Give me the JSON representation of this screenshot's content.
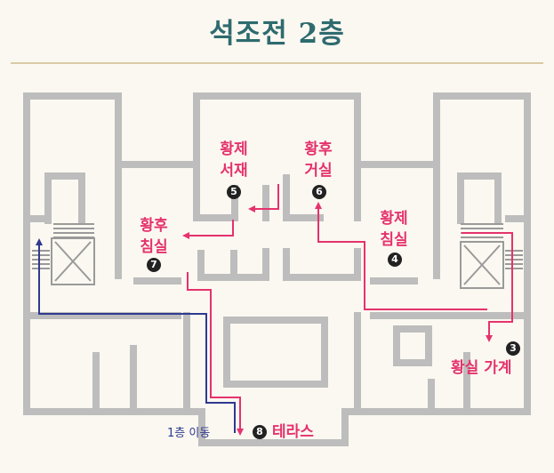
{
  "title": "석조전 2층",
  "rooms": [
    {
      "id": "3",
      "num": "3",
      "name": "황실 가계"
    },
    {
      "id": "4",
      "num": "4",
      "name_line1": "황제",
      "name_line2": "침실"
    },
    {
      "id": "5",
      "num": "5",
      "name_line1": "황제",
      "name_line2": "서재"
    },
    {
      "id": "6",
      "num": "6",
      "name_line1": "황후",
      "name_line2": "거실"
    },
    {
      "id": "7",
      "num": "7",
      "name_line1": "황후",
      "name_line2": "침실"
    },
    {
      "id": "8",
      "num": "8",
      "name": "테라스"
    }
  ],
  "stair_label": "1층 이동",
  "colors": {
    "title": "#2e6b6e",
    "wall": "#bdbdbd",
    "route_pink": "#e5326d",
    "route_blue": "#2f3a8f",
    "rule": "#d9cba5"
  }
}
